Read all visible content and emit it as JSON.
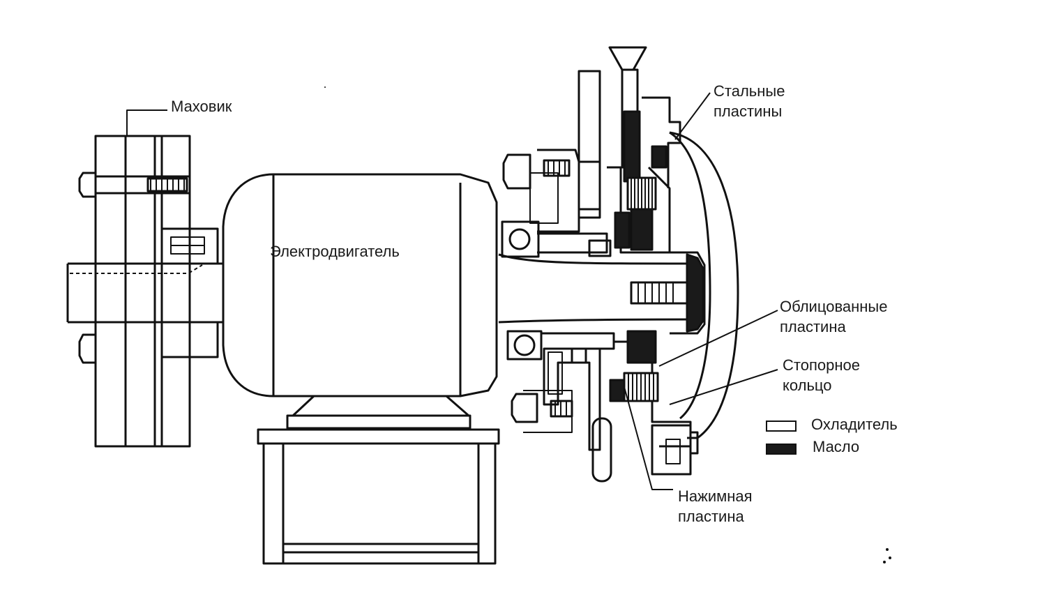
{
  "labels": {
    "flywheel": "Маховик",
    "motor": "Электродвигатель",
    "steel_plates": [
      "Стальные",
      "пластины"
    ],
    "lined_plate": [
      "Облицованные",
      "пластина"
    ],
    "retaining_ring": [
      "Стопорное",
      "кольцо"
    ],
    "pressure_plate": [
      "Нажимная",
      "пластина"
    ]
  },
  "legend": {
    "coolant": "Охладитель",
    "oil": "Масло"
  },
  "colors": {
    "line": "#111111",
    "oil_fill": "#1a1a1a",
    "coolant_fill": "#ffffff"
  }
}
